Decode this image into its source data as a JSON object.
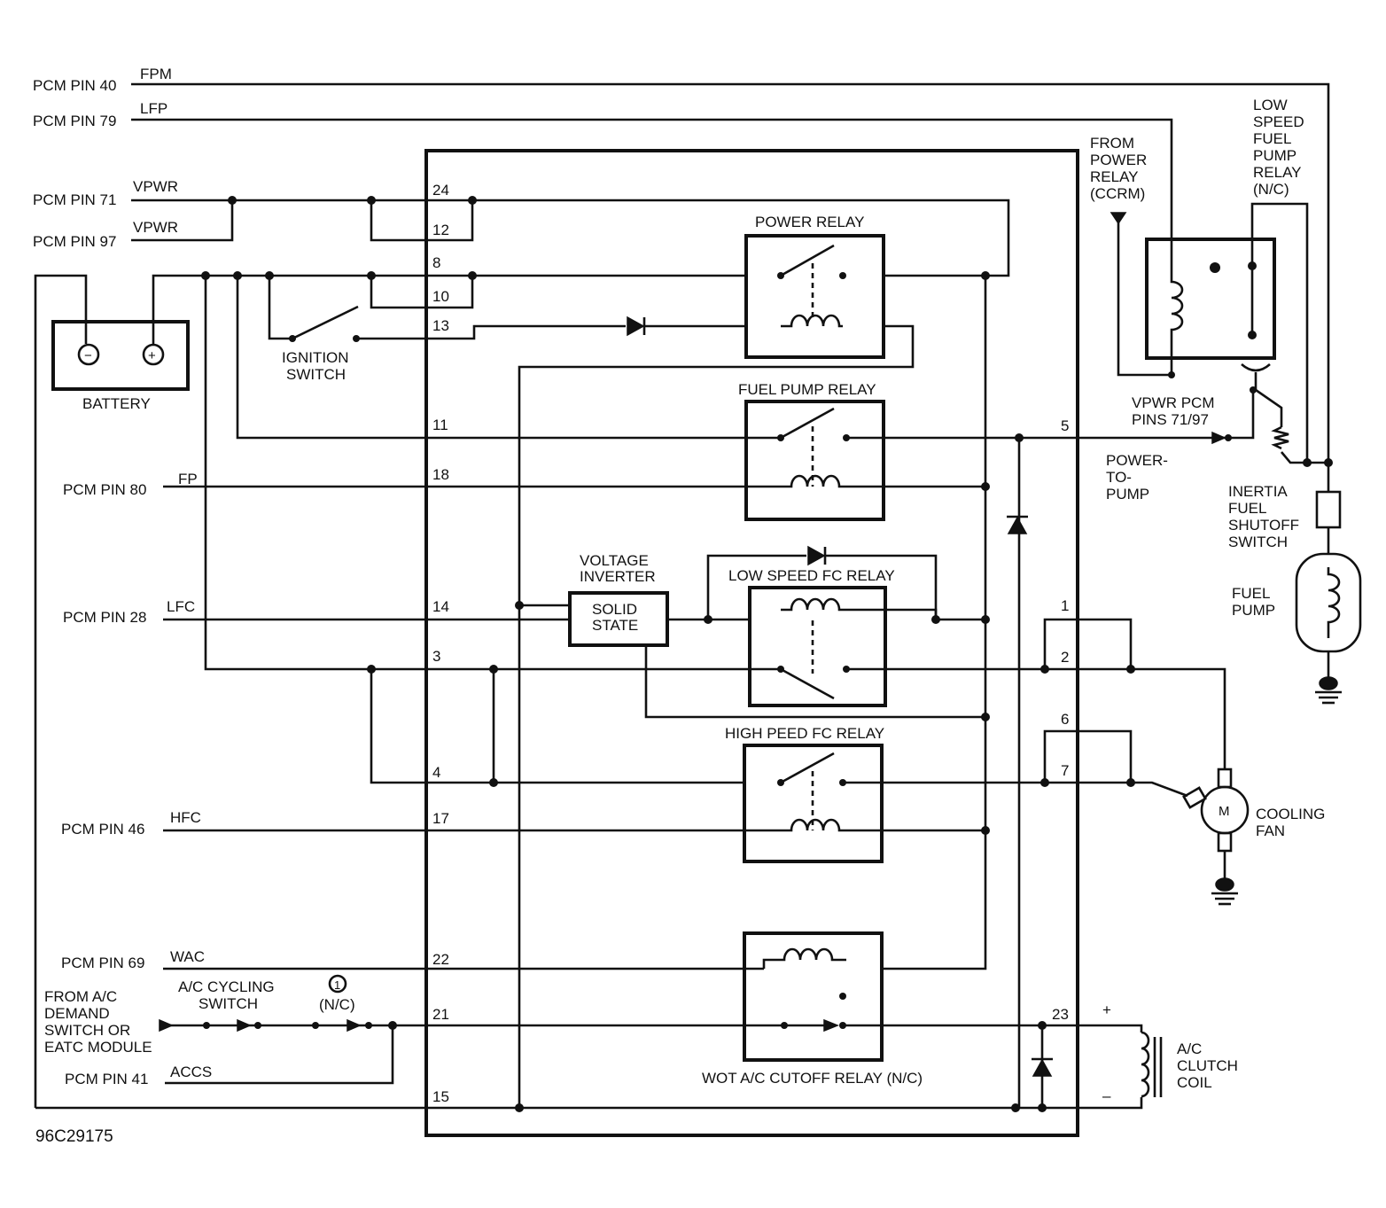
{
  "colors": {
    "ink": "#111111",
    "paper": "#ffffff"
  },
  "figure_id": "96C29175",
  "left_labels": {
    "pcm40": "PCM PIN 40",
    "pcm79": "PCM PIN 79",
    "pcm71": "PCM PIN 71",
    "pcm97": "PCM PIN 97",
    "pcm80": "PCM PIN 80",
    "pcm28": "PCM PIN 28",
    "pcm46": "PCM PIN 46",
    "pcm69": "PCM PIN 69",
    "pcm41": "PCM PIN 41",
    "from_ac": [
      "FROM A/C",
      "DEMAND",
      "SWITCH OR",
      "EATC MODULE"
    ]
  },
  "signal_labels": {
    "fpm": "FPM",
    "lfp": "LFP",
    "vpwr1": "VPWR",
    "vpwr2": "VPWR",
    "fp": "FP",
    "lfc": "LFC",
    "hfc": "HFC",
    "wac": "WAC",
    "accs": "ACCS"
  },
  "module_pins": [
    "24",
    "12",
    "8",
    "10",
    "13",
    "11",
    "18",
    "14",
    "3",
    "4",
    "17",
    "22",
    "21",
    "15"
  ],
  "output_pins": [
    "5",
    "1",
    "2",
    "6",
    "7",
    "23"
  ],
  "relays": {
    "power": "POWER RELAY",
    "fuel_pump": "FUEL PUMP RELAY",
    "low_fc": "LOW SPEED FC RELAY",
    "high_fc": "HIGH PEED FC RELAY",
    "wot": "WOT A/C CUTOFF RELAY (N/C)"
  },
  "components": {
    "battery": "BATTERY",
    "battery_neg": "−",
    "battery_pos": "+",
    "ignition": [
      "IGNITION",
      "SWITCH"
    ],
    "voltage_inverter": [
      "VOLTAGE",
      "INVERTER"
    ],
    "solid_state": [
      "SOLID",
      "STATE"
    ],
    "ac_cycling": [
      "A/C CYCLING",
      "SWITCH"
    ],
    "nc_note": "(N/C)",
    "note_num": "1",
    "from_power_relay": [
      "FROM",
      "POWER",
      "RELAY",
      "(CCRM)"
    ],
    "low_speed_relay": [
      "LOW",
      "SPEED",
      "FUEL",
      "PUMP",
      "RELAY",
      "(N/C)"
    ],
    "vpwr_pins": [
      "VPWR PCM",
      "PINS 71/97"
    ],
    "power_to_pump": [
      "POWER-",
      "TO-",
      "PUMP"
    ],
    "inertia": [
      "INERTIA",
      "FUEL",
      "SHUTOFF",
      "SWITCH"
    ],
    "fuel_pump": [
      "FUEL",
      "PUMP"
    ],
    "cooling_fan": [
      "COOLING",
      "FAN"
    ],
    "motor": "M",
    "ac_clutch": [
      "A/C",
      "CLUTCH",
      "COIL"
    ],
    "plus": "+",
    "minus": "–"
  }
}
